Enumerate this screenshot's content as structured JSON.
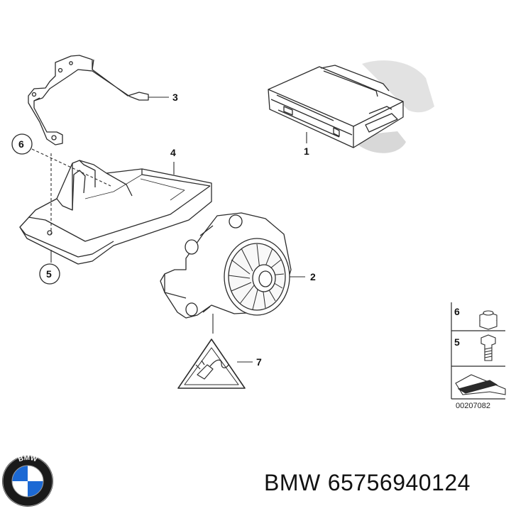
{
  "callouts": {
    "c1": "1",
    "c2": "2",
    "c3": "3",
    "c4": "4",
    "c5": "5",
    "c6": "6",
    "c7": "7"
  },
  "legend": {
    "item_top": "6",
    "item_bottom": "5",
    "reference_code": "00207082"
  },
  "brand": {
    "name": "BMW",
    "part_number": "65756940124",
    "logo_letters": "BMW"
  },
  "colors": {
    "line": "#2b2b2b",
    "shadow": "#bfbfbf",
    "light_fill": "#f3f3f3",
    "logo_blue": "#1c69d4",
    "logo_black": "#1a1a1a"
  }
}
